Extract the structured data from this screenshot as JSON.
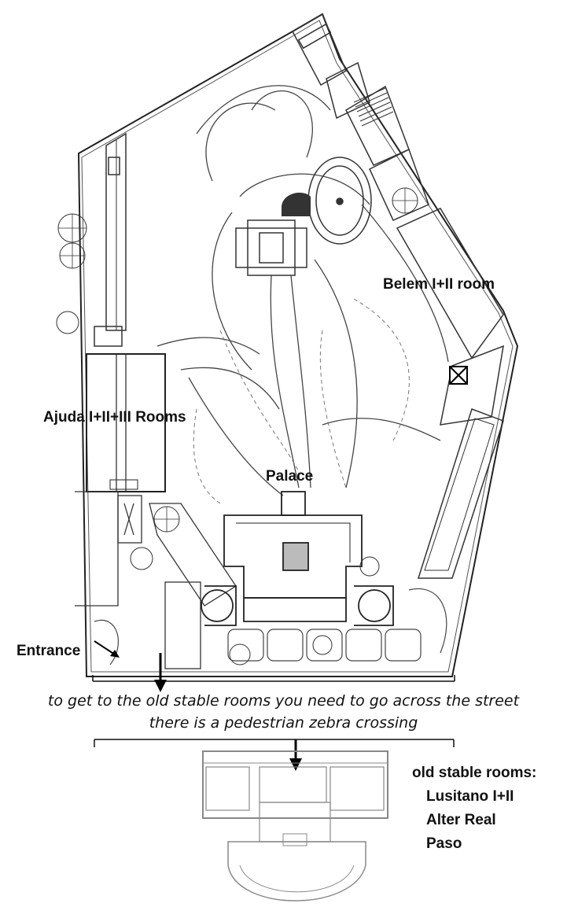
{
  "labels": {
    "belem": "Belem I+II room",
    "ajuda": "Ajuda I+II+III Rooms",
    "palace": "Palace",
    "entrance": "Entrance"
  },
  "notes": {
    "line1": "to get to the old stable rooms you need to go across the street",
    "line2": "there is a pedestrian zebra crossing"
  },
  "stable": {
    "title": "old stable rooms:",
    "rooms": [
      "Lusitano I+II",
      "Alter Real",
      "Paso"
    ]
  }
}
